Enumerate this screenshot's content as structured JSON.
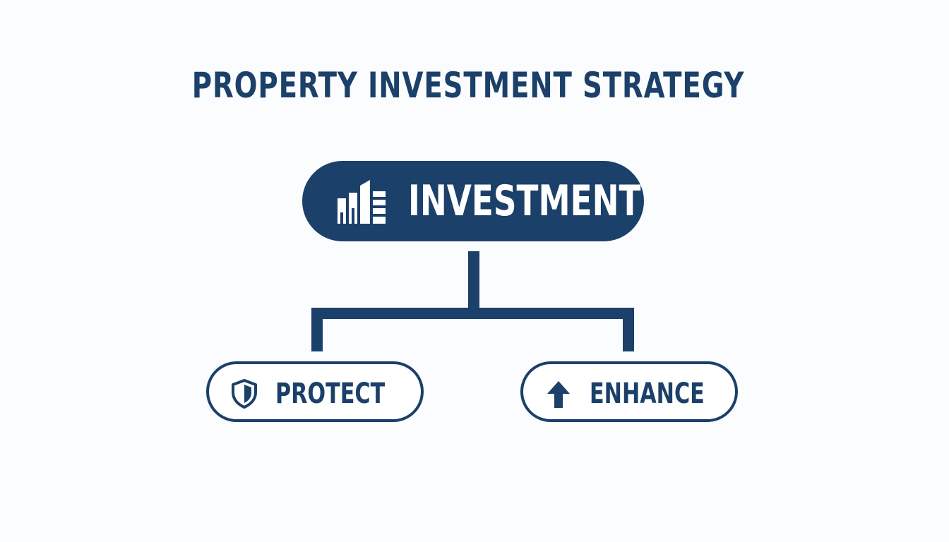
{
  "title": "PROPERTY INVESTMENT STRATEGY",
  "colors": {
    "primary": "#1b4069",
    "background": "#fbfcfd",
    "node_fill": "#ffffff"
  },
  "root": {
    "label": "INVESTMENT",
    "icon": "building-chart-icon"
  },
  "children": [
    {
      "label": "PROTECT",
      "icon": "shield-icon"
    },
    {
      "label": "ENHANCE",
      "icon": "arrow-up-icon"
    }
  ]
}
